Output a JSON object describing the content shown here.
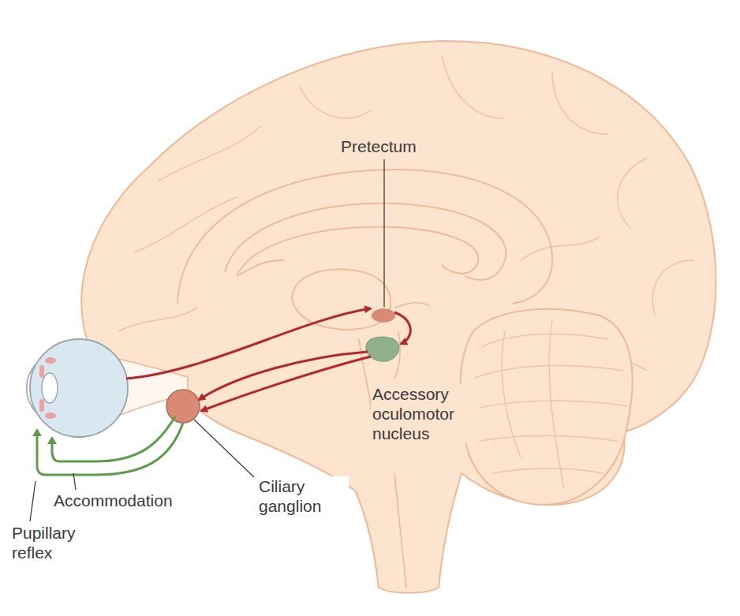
{
  "diagram": {
    "labels": [
      "Pretectum",
      "Accessory oculomotor nucleus",
      "Ciliary ganglion",
      "Accommodation",
      "Pupillary reflex"
    ]
  }
}
